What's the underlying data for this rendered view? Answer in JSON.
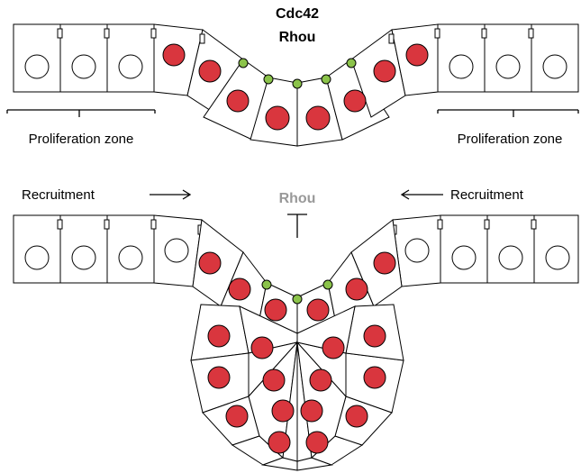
{
  "top_panel": {
    "label_line1": "Cdc42",
    "label_line2": "Rhou",
    "zone_left": "Proliferation zone",
    "zone_right": "Proliferation zone"
  },
  "bottom_panel": {
    "recruit_left": "Recruitment",
    "recruit_right": "Recruitment",
    "rhou_label": "Rhou",
    "rhou_color": "#999999",
    "inhibit_symbol": "T"
  },
  "colors": {
    "nucleus_red": "#d9363e",
    "junction_green": "#8bc34a",
    "outline": "#000000"
  }
}
